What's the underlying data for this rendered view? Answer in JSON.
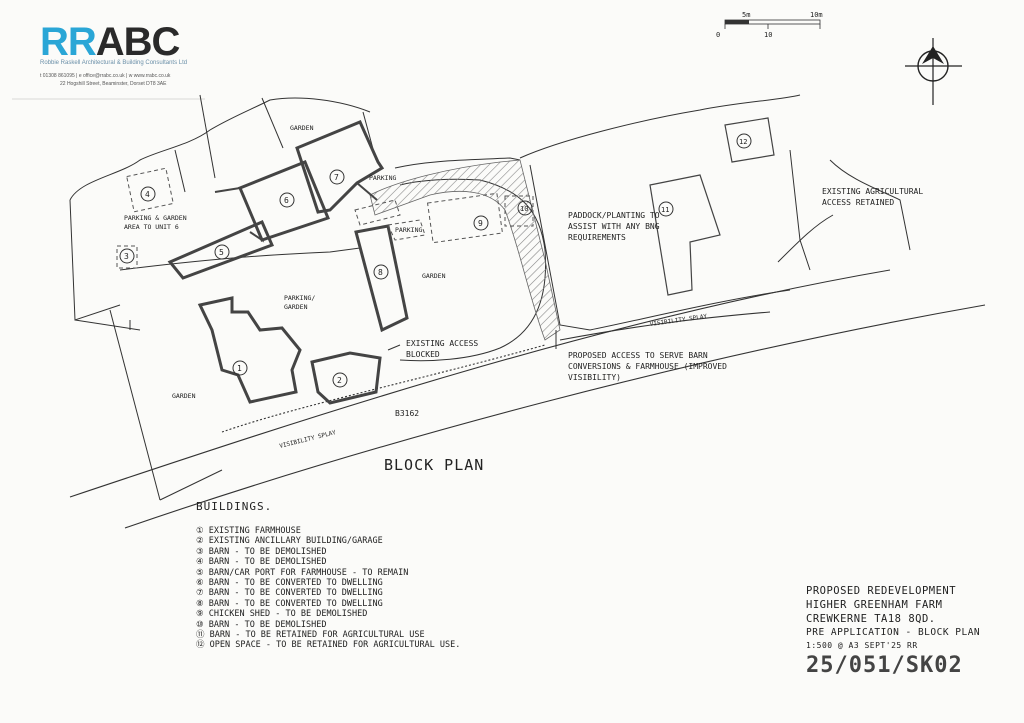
{
  "header": {
    "logo_rr": "RR",
    "logo_abc": "ABC",
    "firm": "Robbie Raskell Architectural & Building Consultants Ltd",
    "contact": "t 01308 861095  |  e office@rrabc.co.uk  |  w www.rrabc.co.uk",
    "address": "22 Hogshill Street, Beaminster, Dorset DT8 3AE",
    "brand_color": "#2aa6d6"
  },
  "scale_bar": {
    "label_5m": "5m",
    "label_10m": "10m",
    "tick_0": "0",
    "tick_10": "10"
  },
  "plan_labels": {
    "garden_top": "GARDEN",
    "parking_garden_left": "PARKING & GARDEN AREA TO UNIT 6",
    "parking_top": "PARKING",
    "parking_mid": "PARKING",
    "parking_garden_mid": "PARKING/ GARDEN",
    "garden_mid": "GARDEN",
    "garden_left": "GARDEN",
    "paddock": "PADDOCK/PLANTING TO ASSIST WITH ANY BNG REQUIREMENTS",
    "existing_access_retained": "EXISTING AGRICULTURAL ACCESS RETAINED",
    "existing_access_blocked": "EXISTING ACCESS BLOCKED",
    "proposed_access": "PROPOSED ACCESS TO SERVE BARN CONVERSIONS & FARMHOUSE (IMPROVED VISIBILITY)",
    "road": "B3162",
    "visibility_left": "VISIBILITY SPLAY",
    "visibility_right": "VISIBILITY SPLAY",
    "block_plan": "BLOCK PLAN",
    "n1": "1",
    "n2": "2",
    "n3": "3",
    "n4": "4",
    "n5": "5",
    "n6": "6",
    "n7": "7",
    "n8": "8",
    "n9": "9",
    "n10": "10",
    "n11": "11",
    "n12": "12"
  },
  "legend": {
    "heading": "BUILDINGS.",
    "items": [
      "EXISTING FARMHOUSE",
      "EXISTING ANCILLARY BUILDING/GARAGE",
      "BARN - TO BE DEMOLISHED",
      "BARN - TO BE DEMOLISHED",
      "BARN/CAR PORT FOR FARMHOUSE - TO REMAIN",
      "BARN - TO BE CONVERTED TO DWELLING",
      "BARN - TO BE CONVERTED TO DWELLING",
      "BARN - TO BE CONVERTED TO DWELLING",
      "CHICKEN SHED - TO BE DEMOLISHED",
      "BARN - TO BE DEMOLISHED",
      "BARN - TO BE RETAINED FOR AGRICULTURAL USE",
      "OPEN SPACE - TO BE RETAINED FOR AGRICULTURAL USE."
    ]
  },
  "title_block": {
    "line1": "PROPOSED REDEVELOPMENT",
    "line2": "HIGHER GREENHAM FARM",
    "line3": "CREWKERNE  TA18 8QD.",
    "line4": "PRE APPLICATION - BLOCK PLAN",
    "line5": "1:500 @ A3   SEPT'25   RR",
    "drawing_ref": "25/051/SK02"
  }
}
